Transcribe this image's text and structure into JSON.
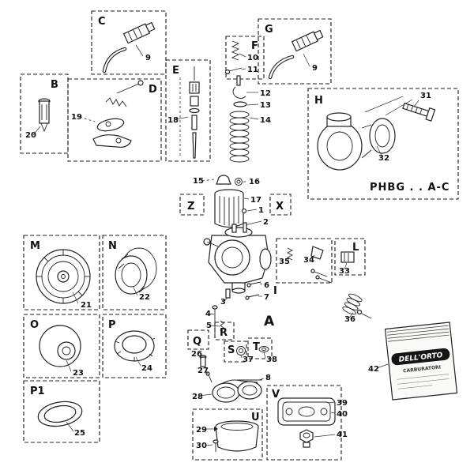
{
  "diagram": {
    "letters": {
      "A": "A",
      "B": "B",
      "C": "C",
      "D": "D",
      "E": "E",
      "F": "F",
      "G": "G",
      "H": "H",
      "I": "I",
      "L": "L",
      "M": "M",
      "N": "N",
      "O": "O",
      "P": "P",
      "P1": "P1",
      "Q": "Q",
      "R": "R",
      "S": "S",
      "T": "T",
      "U": "U",
      "V": "V",
      "X": "X",
      "Z": "Z"
    },
    "nums": {
      "n1": "1",
      "n2": "2",
      "n3": "3",
      "n4": "4",
      "n5": "5",
      "n6": "6",
      "n7": "7",
      "n8": "8",
      "n9a": "9",
      "n9b": "9",
      "n10": "10",
      "n11": "11",
      "n12": "12",
      "n13": "13",
      "n14": "14",
      "n15": "15",
      "n16": "16",
      "n17": "17",
      "n18": "18",
      "n19": "19",
      "n20": "20",
      "n21": "21",
      "n22": "22",
      "n23": "23",
      "n24": "24",
      "n25": "25",
      "n26": "26",
      "n27": "27",
      "n28": "28",
      "n29": "29",
      "n30": "30",
      "n31": "31",
      "n32": "32",
      "n33": "33",
      "n34": "34",
      "n35": "35",
      "n36": "36",
      "n37": "37",
      "n38": "38",
      "n39": "39",
      "n40": "40",
      "n41": "41",
      "n42": "42"
    },
    "model_text": "PHBG . . A-C",
    "bag": {
      "brand": "DELL'ORTO",
      "sub": "CARBURATORI"
    }
  }
}
